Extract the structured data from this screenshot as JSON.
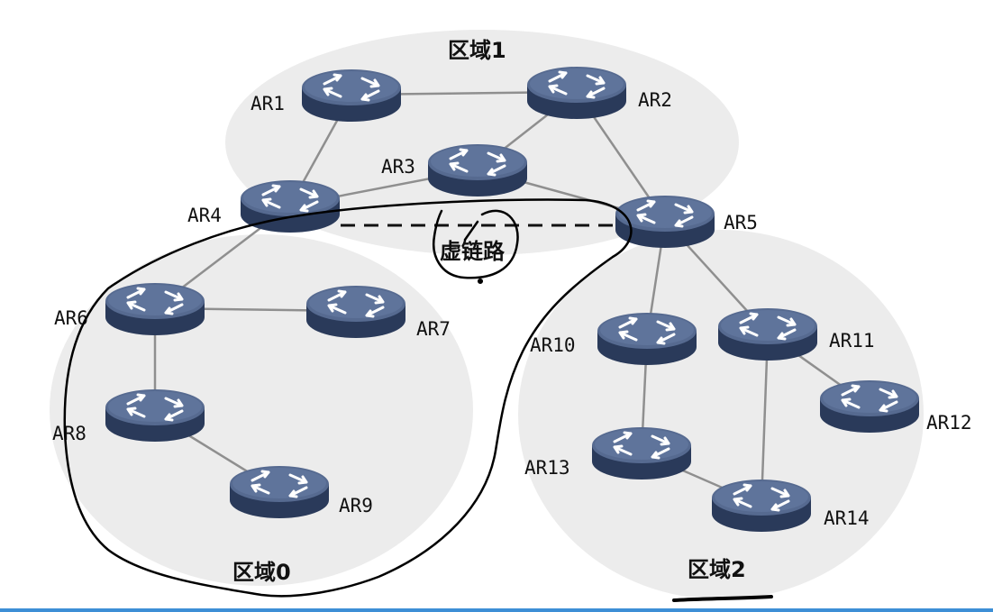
{
  "colors": {
    "area_fill": "#ececec",
    "router_top": "#566a90",
    "router_side": "#2a3a5a",
    "link": "#8f8f8f",
    "ink": "#000000",
    "bar": "#3d8fd6"
  },
  "areas": [
    {
      "id": "area1",
      "label": "区域1"
    },
    {
      "id": "area0",
      "label": "区域0"
    },
    {
      "id": "area2",
      "label": "区域2"
    }
  ],
  "routers": [
    {
      "id": "AR1",
      "label": "AR1"
    },
    {
      "id": "AR2",
      "label": "AR2"
    },
    {
      "id": "AR3",
      "label": "AR3"
    },
    {
      "id": "AR4",
      "label": "AR4"
    },
    {
      "id": "AR5",
      "label": "AR5"
    },
    {
      "id": "AR6",
      "label": "AR6"
    },
    {
      "id": "AR7",
      "label": "AR7"
    },
    {
      "id": "AR8",
      "label": "AR8"
    },
    {
      "id": "AR9",
      "label": "AR9"
    },
    {
      "id": "AR10",
      "label": "AR10"
    },
    {
      "id": "AR11",
      "label": "AR11"
    },
    {
      "id": "AR12",
      "label": "AR12"
    },
    {
      "id": "AR13",
      "label": "AR13"
    },
    {
      "id": "AR14",
      "label": "AR14"
    }
  ],
  "links": [
    [
      "AR1",
      "AR2"
    ],
    [
      "AR1",
      "AR4"
    ],
    [
      "AR2",
      "AR3"
    ],
    [
      "AR2",
      "AR5"
    ],
    [
      "AR3",
      "AR4"
    ],
    [
      "AR3",
      "AR5"
    ],
    [
      "AR4",
      "AR6"
    ],
    [
      "AR6",
      "AR7"
    ],
    [
      "AR6",
      "AR8"
    ],
    [
      "AR8",
      "AR9"
    ],
    [
      "AR5",
      "AR10"
    ],
    [
      "AR5",
      "AR11"
    ],
    [
      "AR10",
      "AR13"
    ],
    [
      "AR11",
      "AR12"
    ],
    [
      "AR11",
      "AR14"
    ],
    [
      "AR13",
      "AR14"
    ]
  ],
  "virtual_link": {
    "from": "AR4",
    "to": "AR5",
    "label": "虚链路"
  }
}
